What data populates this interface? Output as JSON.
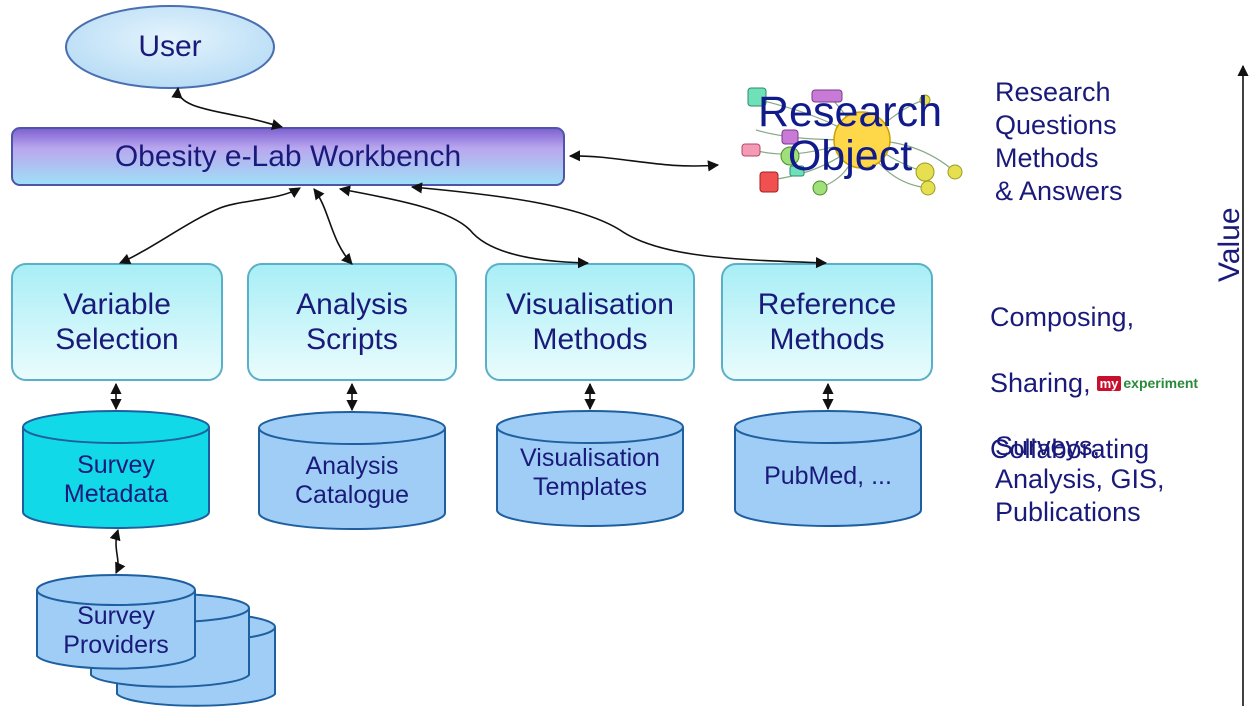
{
  "user": "User",
  "workbench": "Obesity e-Lab Workbench",
  "research_object": {
    "line1": "Research",
    "line2": "Object"
  },
  "right_labels": {
    "top": "Research\nQuestions\nMethods\n& Answers",
    "middle": {
      "line1": "Composing,",
      "line2": "Sharing,",
      "line3": "Collaborating"
    },
    "bottom": "Surveys,\nAnalysis, GIS,\nPublications"
  },
  "myexperiment": {
    "my": "my",
    "experiment": "experiment"
  },
  "value_axis": "Value",
  "modules": [
    {
      "label": "Variable\nSelection"
    },
    {
      "label": "Analysis\nScripts"
    },
    {
      "label": "Visualisation\nMethods"
    },
    {
      "label": "Reference\nMethods"
    }
  ],
  "databases": [
    {
      "label": "Survey\nMetadata"
    },
    {
      "label": "Analysis\nCatalogue"
    },
    {
      "label": "Visualisation\nTemplates"
    },
    {
      "label": "PubMed, ..."
    }
  ],
  "providers": "Survey\nProviders",
  "colors": {
    "text": "#1a1a7a",
    "workbench_left": "#8a6fd6",
    "workbench_right": "#8fd8f2",
    "module_fill": "#c7f6fa",
    "db_fill": "#9fcdf5",
    "db_highlight": "#17dcea",
    "myexp_red": "#c8102e",
    "myexp_green": "#2a8a3a"
  }
}
